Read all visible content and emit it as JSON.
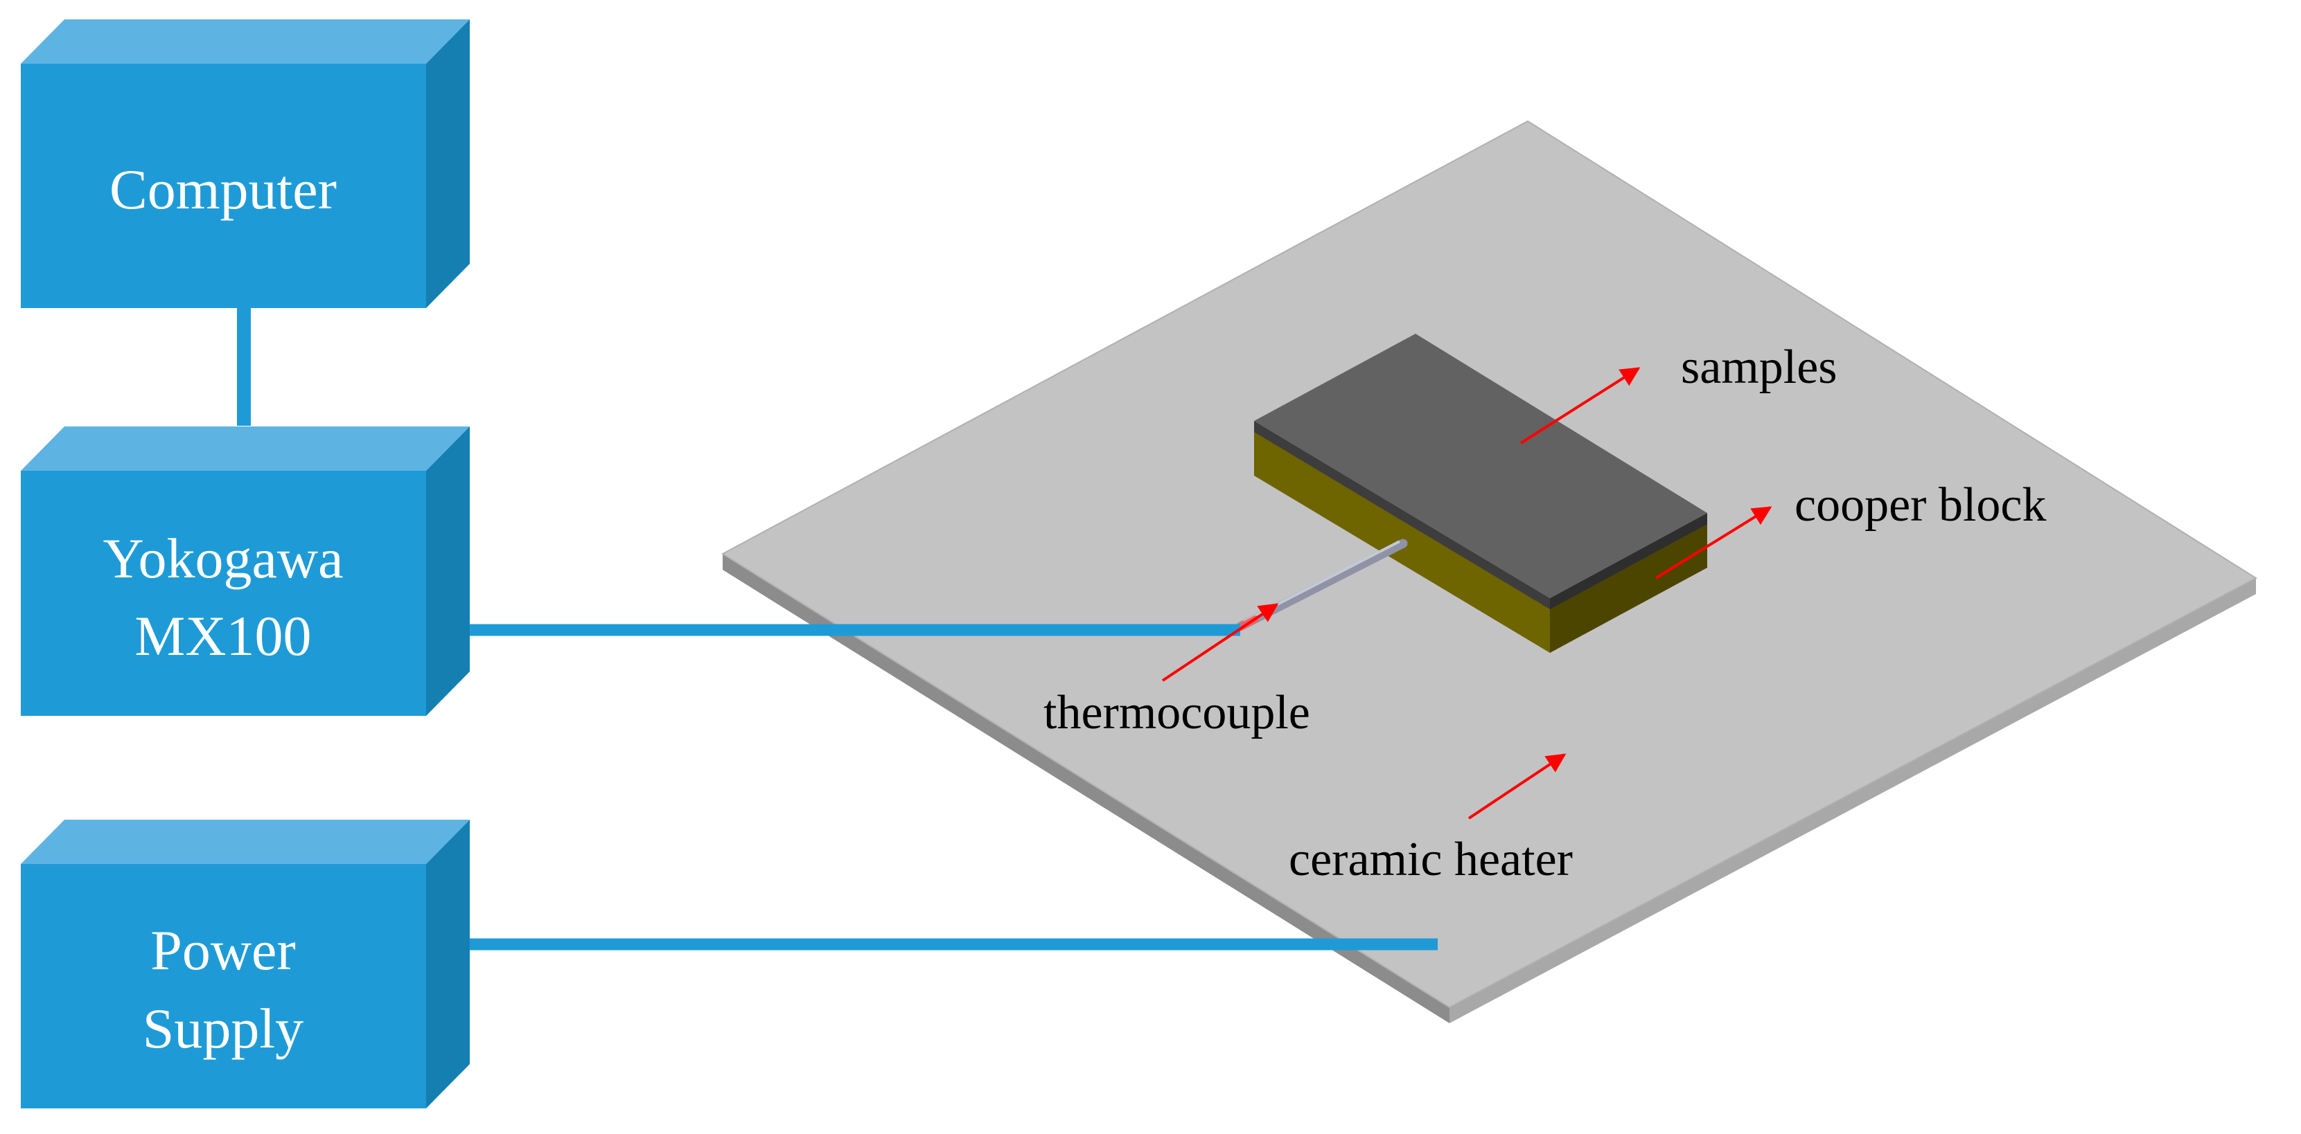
{
  "blocks": {
    "computer": [
      "Computer"
    ],
    "daq": [
      "Yokogawa",
      "MX100"
    ],
    "power": [
      "Power",
      "Supply"
    ]
  },
  "labels": {
    "samples": "samples",
    "copper_block": "cooper block",
    "thermocouple": "thermocouple",
    "heater": "ceramic heater"
  },
  "colors": {
    "box_front": "#1e9bd7",
    "box_top": "#5db4e3",
    "box_side": "#157fb2",
    "wire": "#1e9bd7",
    "plate_top": "#c3c3c3",
    "plate_edge": "#8c8c8c",
    "sample_top": "#626262",
    "sample_side": "#444444",
    "copper_front": "#6e6400",
    "copper_side": "#4c4500",
    "arrow": "#ff0000"
  }
}
